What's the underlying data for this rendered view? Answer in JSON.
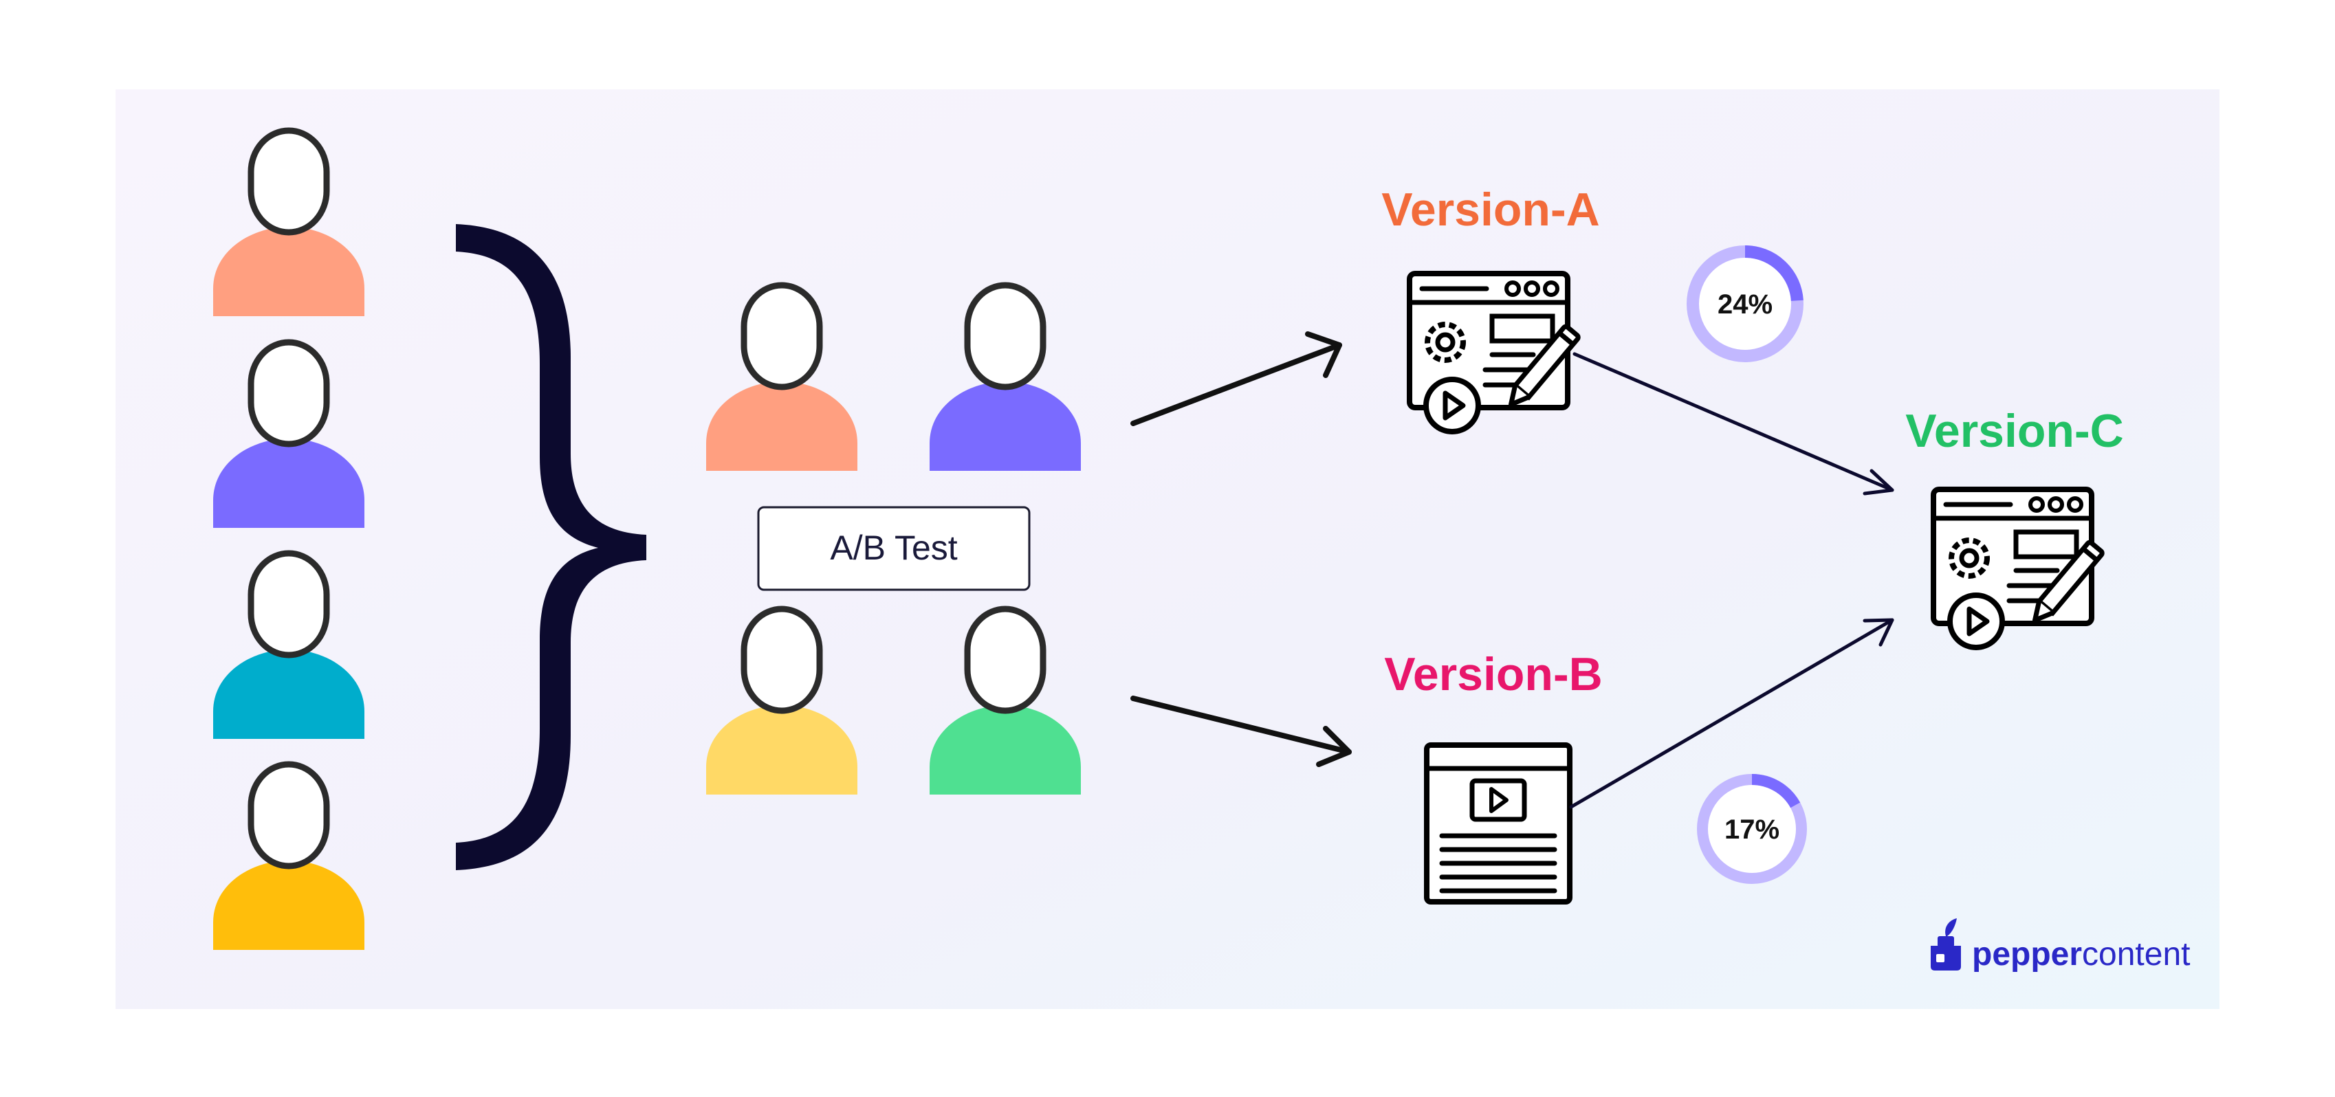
{
  "test_box": {
    "label": "A/B Test"
  },
  "versions": {
    "a": {
      "label": "Version-A",
      "color": "#F26B3A"
    },
    "b": {
      "label": "Version-B",
      "color": "#E8166B"
    },
    "c": {
      "label": "Version-C",
      "color": "#22C065"
    }
  },
  "rates": {
    "a": {
      "text": "24%",
      "value": 0.24
    },
    "b": {
      "text": "17%",
      "value": 0.17
    }
  },
  "users_left": [
    {
      "color": "#FF9F80"
    },
    {
      "color": "#7A6BFF"
    },
    {
      "color": "#00ADCC"
    },
    {
      "color": "#FFBE0B"
    }
  ],
  "users_group_a": [
    {
      "color": "#FF9F80"
    },
    {
      "color": "#7A6BFF"
    }
  ],
  "users_group_b": [
    {
      "color": "#FFD966"
    },
    {
      "color": "#4FE091"
    }
  ],
  "colors": {
    "ink": "#0C0A2E",
    "ring_track": "#C2B8FF",
    "ring_fill": "#7A6BFF",
    "brand_blue": "#2A28C7"
  },
  "brand": {
    "part1": "pepper",
    "part2": "content"
  }
}
